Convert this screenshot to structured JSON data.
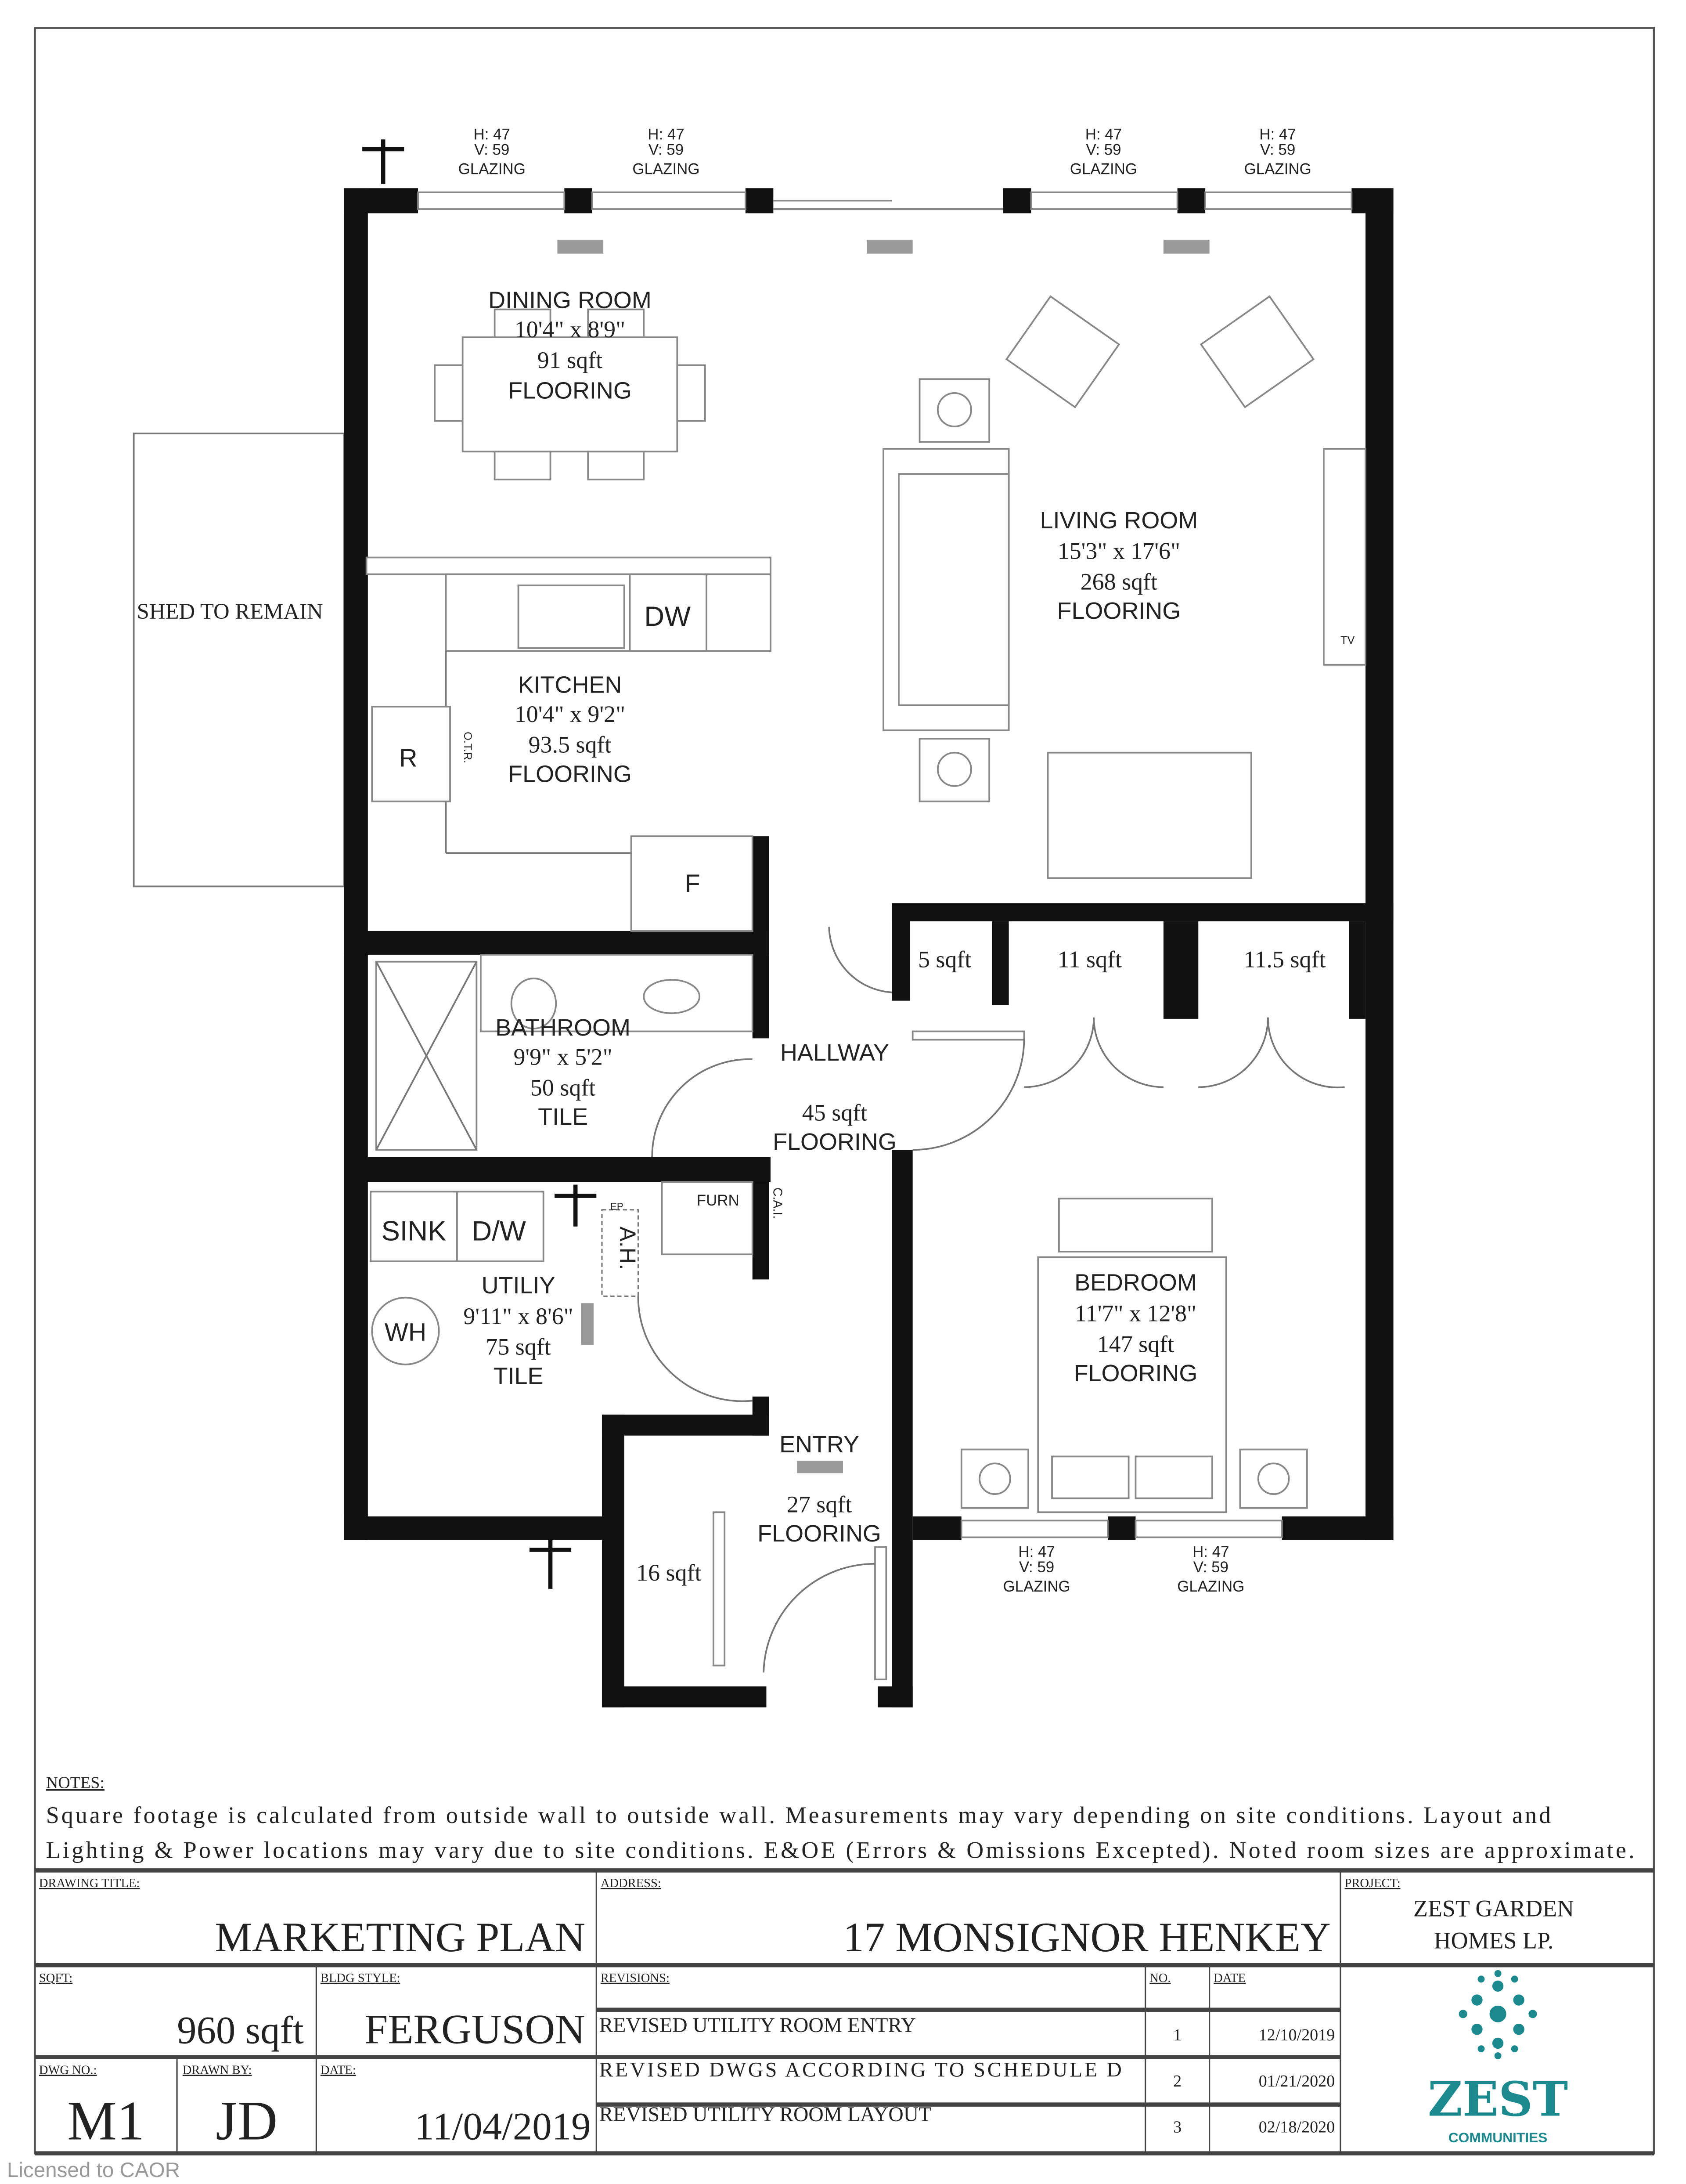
{
  "windows_top": [
    {
      "h": "H: 47",
      "v": "V: 59",
      "label": "GLAZING"
    },
    {
      "h": "H: 47",
      "v": "V: 59",
      "label": "GLAZING"
    },
    {
      "h": "H: 47",
      "v": "V: 59",
      "label": "GLAZING"
    },
    {
      "h": "H: 47",
      "v": "V: 59",
      "label": "GLAZING"
    }
  ],
  "windows_bottom": [
    {
      "h": "H: 47",
      "v": "V: 59",
      "label": "GLAZING"
    },
    {
      "h": "H: 47",
      "v": "V: 59",
      "label": "GLAZING"
    }
  ],
  "rooms": {
    "dining": {
      "name": "DINING ROOM",
      "dims": "10'4\" x 8'9\"",
      "area": "91 sqft",
      "floor": "FLOORING"
    },
    "living": {
      "name": "LIVING ROOM",
      "dims": "15'3\" x 17'6\"",
      "area": "268 sqft",
      "floor": "FLOORING"
    },
    "kitchen": {
      "name": "KITCHEN",
      "dims": "10'4\" x 9'2\"",
      "area": "93.5 sqft",
      "floor": "FLOORING"
    },
    "bathroom": {
      "name": "BATHROOM",
      "dims": "9'9\" x 5'2\"",
      "area": "50 sqft",
      "floor": "TILE"
    },
    "hallway": {
      "name": "HALLWAY",
      "area": "45 sqft",
      "floor": "FLOORING"
    },
    "utility": {
      "name": "UTILIY",
      "dims": "9'11\" x 8'6\"",
      "area": "75 sqft",
      "floor": "TILE"
    },
    "entry": {
      "name": "ENTRY",
      "area": "27 sqft",
      "floor": "FLOORING"
    },
    "bedroom": {
      "name": "BEDROOM",
      "dims": "11'7\" x 12'8\"",
      "area": "147 sqft",
      "floor": "FLOORING"
    },
    "closet1": {
      "area": "5 sqft"
    },
    "closet2": {
      "area": "11 sqft"
    },
    "closet3": {
      "area": "11.5 sqft"
    },
    "closet4": {
      "area": "16 sqft"
    }
  },
  "fixtures": {
    "shed": "SHED TO REMAIN",
    "dw": "DW",
    "range": "R",
    "otr": "O.T.R.",
    "fridge": "F",
    "sink": "SINK",
    "dw2": "D/W",
    "furn": "FURN",
    "ah": "A.H.",
    "wh": "WH",
    "tv": "TV",
    "ep": "EP",
    "cai": "C.A.I."
  },
  "notes": {
    "heading": "NOTES:",
    "line1": "Square footage is calculated from outside wall to outside wall. Measurements may vary depending on site conditions. Layout and",
    "line2": "Lighting & Power locations may vary due to site conditions. E&OE (Errors & Omissions Excepted). Noted room sizes are approximate."
  },
  "title_block": {
    "drawing_title_label": "DRAWING TITLE:",
    "drawing_title": "MARKETING PLAN",
    "address_label": "ADDRESS:",
    "address": "17 MONSIGNOR HENKEY",
    "project_label": "PROJECT:",
    "project_line1": "ZEST GARDEN",
    "project_line2": "HOMES LP.",
    "sqft_label": "SQFT:",
    "sqft": "960 sqft",
    "bldg_style_label": "BLDG STYLE:",
    "bldg_style": "FERGUSON",
    "dwg_no_label": "DWG NO.:",
    "dwg_no": "M1",
    "drawn_by_label": "DRAWN BY:",
    "drawn_by": "JD",
    "date_label": "DATE:",
    "date": "11/04/2019",
    "revisions_label": "REVISIONS:",
    "no_label": "NO.",
    "rev_date_label": "DATE",
    "revisions": [
      {
        "desc": "REVISED UTILITY ROOM ENTRY",
        "no": "1",
        "date": "12/10/2019"
      },
      {
        "desc": "REVISED DWGS ACCORDING TO SCHEDULE D",
        "no": "2",
        "date": "01/21/2020"
      },
      {
        "desc": "REVISED UTILITY ROOM LAYOUT",
        "no": "3",
        "date": "02/18/2020"
      }
    ]
  },
  "logo": {
    "word": "ZEST",
    "sub": "COMMUNITIES",
    "color": "#1a8a8f"
  },
  "watermark": "Licensed to CAOR"
}
